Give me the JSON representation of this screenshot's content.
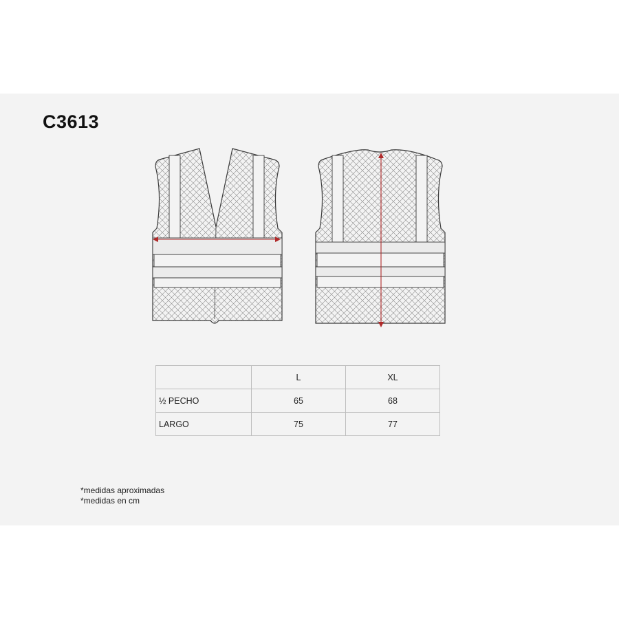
{
  "product": {
    "code": "C3613"
  },
  "drawings": {
    "front_icon": "vest-front-icon",
    "back_icon": "vest-back-icon",
    "measure_arrow_color": "#b02a2a",
    "outline_color": "#3a3a3a"
  },
  "size_table": {
    "columns": [
      "",
      "L",
      "XL"
    ],
    "rows": [
      {
        "label": "½ PECHO",
        "values": [
          "65",
          "68"
        ]
      },
      {
        "label": "LARGO",
        "values": [
          "75",
          "77"
        ]
      }
    ]
  },
  "notes": [
    "*medidas aproximadas",
    "*medidas en cm"
  ]
}
